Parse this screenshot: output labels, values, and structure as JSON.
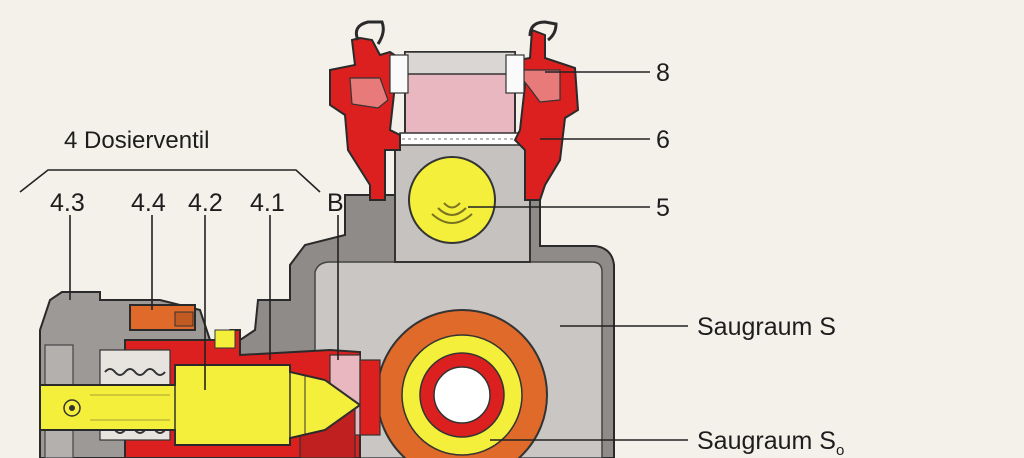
{
  "figure": {
    "group_title": "4 Dosierventil",
    "labels": {
      "l8": "8",
      "l6": "6",
      "l5": "5",
      "l43": "4.3",
      "l44": "4.4",
      "l42": "4.2",
      "l41": "4.1",
      "lB": "B",
      "saugraum_s": "Saugraum S",
      "saugraum_s0_main": "Saugraum S",
      "saugraum_s0_sub": "o"
    },
    "colors": {
      "housing_gray": "#b9b6b2",
      "housing_light": "#d8d4d0",
      "red": "#dc2020",
      "pink": "#e9b7bf",
      "yellow": "#f4ef3a",
      "orange": "#e06a2a",
      "dark": "#3a3a3a"
    }
  }
}
